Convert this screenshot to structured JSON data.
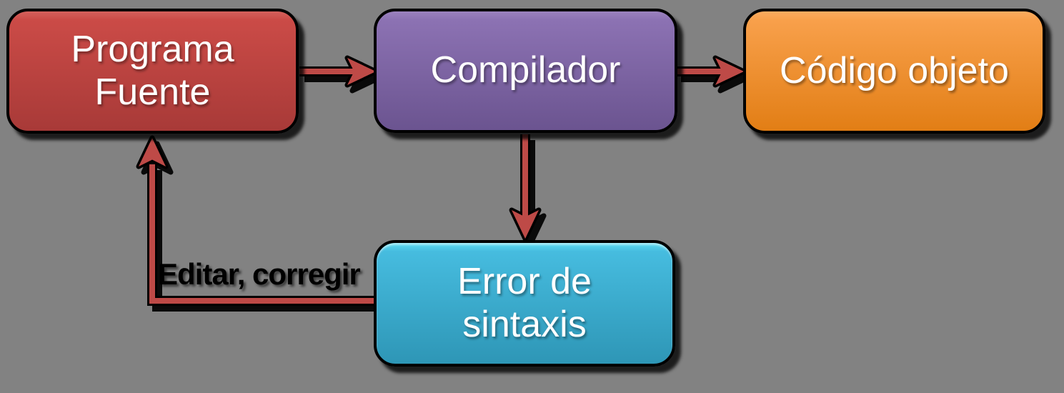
{
  "background": {
    "color": "#828282"
  },
  "connector": {
    "color": "#BE4A47",
    "outline": "#000000"
  },
  "nodes": {
    "programa_fuente": {
      "label": "Programa Fuente",
      "lines": [
        "Programa",
        "Fuente"
      ],
      "highlight": "#D4615C",
      "fill_top": "#CB4B47",
      "fill_bottom": "#A83A38"
    },
    "compilador": {
      "label": "Compilador",
      "lines": [
        "Compilador"
      ],
      "highlight": "#9B82BE",
      "fill_top": "#8C72B3",
      "fill_bottom": "#6B5490"
    },
    "codigo_objeto": {
      "label": "Código objeto",
      "lines": [
        "Código objeto"
      ],
      "highlight": "#FAAC60",
      "fill_top": "#F8A04B",
      "fill_bottom": "#E27E15"
    },
    "error_sintaxis": {
      "label": "Error de sintaxis",
      "lines": [
        "Error de",
        "sintaxis"
      ],
      "highlight": "#5FDFF4",
      "fill_top": "#46BCDF",
      "fill_bottom": "#2E96B6"
    }
  },
  "edges": {
    "fuente_to_compilador": {
      "from": "programa_fuente",
      "to": "compilador",
      "label": ""
    },
    "compilador_to_objeto": {
      "from": "compilador",
      "to": "codigo_objeto",
      "label": ""
    },
    "compilador_to_error": {
      "from": "compilador",
      "to": "error_sintaxis",
      "label": ""
    },
    "error_to_fuente": {
      "from": "error_sintaxis",
      "to": "programa_fuente",
      "label": "Editar, corregir"
    }
  }
}
